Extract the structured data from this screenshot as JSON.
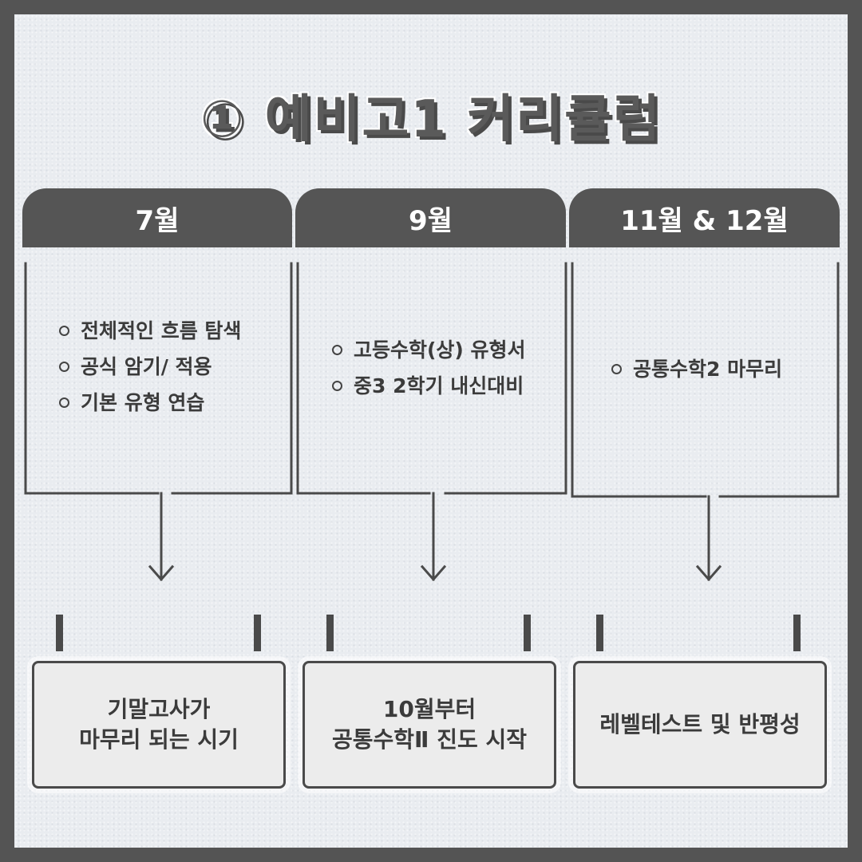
{
  "title": "① 예비고1 커리큘럼",
  "columns": [
    {
      "month": "7월",
      "bullets": [
        "전체적인 흐름 탐색",
        "공식 암기/ 적용",
        "기본 유형 연습"
      ],
      "result": [
        "기말고사가",
        "마무리 되는 시기"
      ]
    },
    {
      "month": "9월",
      "bullets": [
        "고등수학(상) 유형서",
        "중3 2학기 내신대비"
      ],
      "result": [
        "10월부터",
        "공통수학Ⅱ  진도 시작"
      ]
    },
    {
      "month": "11월 & 12월",
      "bullets": [
        "공통수학2 마무리"
      ],
      "result": [
        "레벨테스트 및 반평성"
      ]
    }
  ],
  "colors": {
    "dark": "#555555",
    "background": "#e9ecf0",
    "text": "#3b3b3b"
  }
}
